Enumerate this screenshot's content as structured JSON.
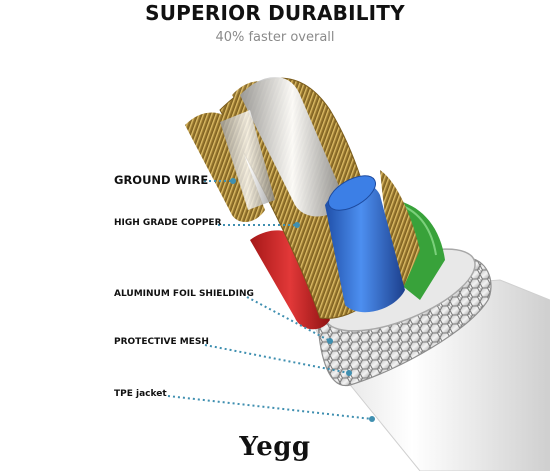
{
  "header": {
    "title": "SUPERIOR DURABILITY",
    "subtitle": "40% faster overall"
  },
  "labels": {
    "ground_wire": "GROUND WIRE",
    "copper": "HIGH GRADE COPPER",
    "foil": "ALUMINUM FOIL SHIELDING",
    "mesh": "PROTECTIVE MESH",
    "jacket": "TPE jacket"
  },
  "brand": {
    "logo_text": "Yegg"
  },
  "colors": {
    "leader_dots": "#3f8fb0",
    "core_red": "#d32a2a",
    "core_blue": "#2f6fd8",
    "core_green": "#3aaa3a",
    "copper": "#c9a34a",
    "jacket": "#efefef"
  }
}
